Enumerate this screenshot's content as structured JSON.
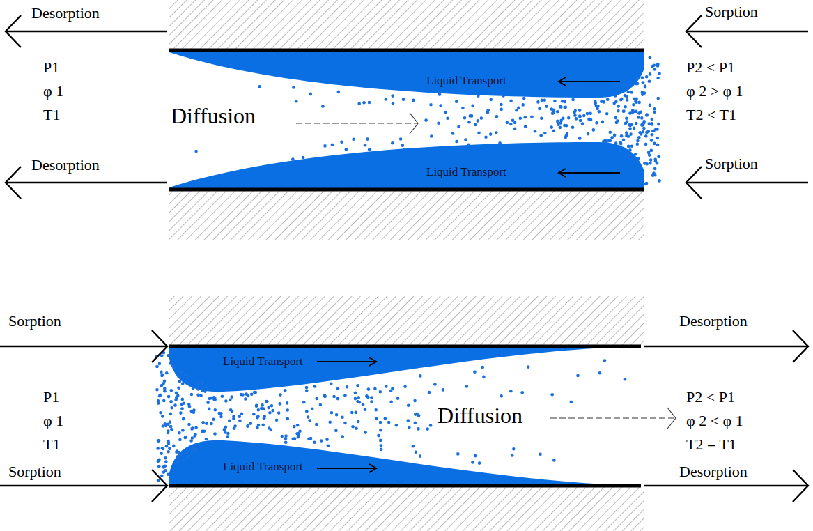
{
  "diagram": {
    "labels": [
      "Desorption",
      "Sorption",
      "P1",
      "φ 1",
      "T1",
      "Liquid Transport",
      "Diffusion",
      "P2 < P1",
      "φ 2 > φ 1",
      "T2 < T1",
      "Desorption",
      "Liquid Transport",
      "Sorption",
      "Sorption",
      "Desorption",
      "Liquid Transport",
      "P1",
      "φ 1",
      "T1",
      "Diffusion",
      "P2 < P1",
      "φ 2 < φ 1",
      "T2 = T1",
      "Sorption",
      "Liquid Transport",
      "Desorption"
    ]
  }
}
